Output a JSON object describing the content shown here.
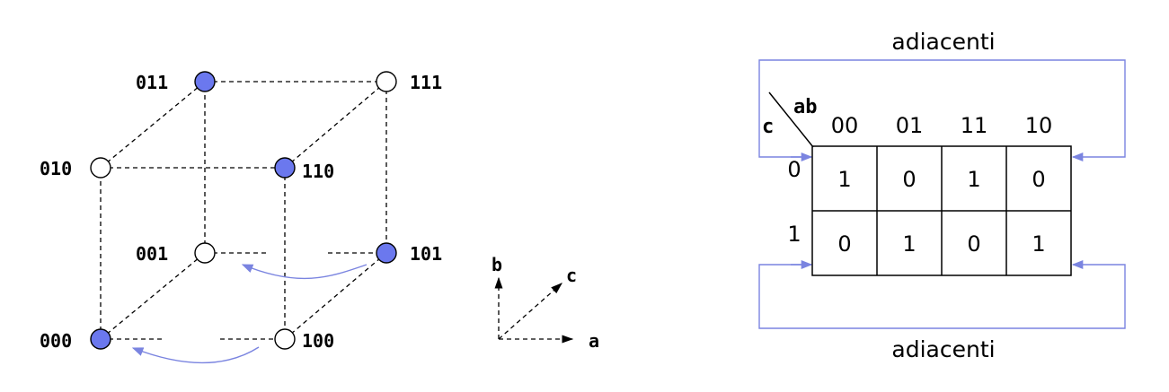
{
  "colors": {
    "fill_on": "#6b78ee",
    "fill_off": "#ffffff",
    "arrow_blue": "#7a84e0",
    "stroke": "#000000"
  },
  "cube": {
    "vertices": [
      {
        "label": "000",
        "active": true
      },
      {
        "label": "001",
        "active": false
      },
      {
        "label": "010",
        "active": false
      },
      {
        "label": "011",
        "active": true
      },
      {
        "label": "100",
        "active": false
      },
      {
        "label": "101",
        "active": true
      },
      {
        "label": "110",
        "active": true
      },
      {
        "label": "111",
        "active": false
      }
    ]
  },
  "axes": {
    "a": "a",
    "b": "b",
    "c": "c"
  },
  "kmap": {
    "top_label": "adiacenti",
    "bottom_label": "adiacenti",
    "col_var": "ab",
    "row_var": "c",
    "col_headers": [
      "00",
      "01",
      "11",
      "10"
    ],
    "row_headers": [
      "0",
      "1"
    ],
    "cells": [
      [
        "1",
        "0",
        "1",
        "0"
      ],
      [
        "0",
        "1",
        "0",
        "1"
      ]
    ]
  }
}
